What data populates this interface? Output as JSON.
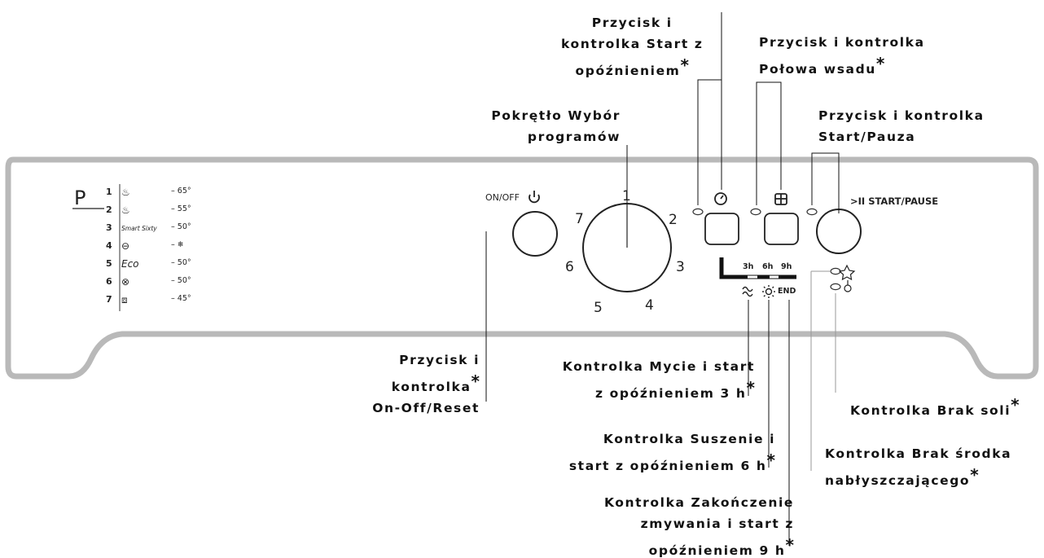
{
  "callouts": {
    "delay_start": {
      "lines": [
        "Przycisk i",
        "kontrolka Start z",
        "opóźnieniem"
      ],
      "star": "*"
    },
    "half_load": {
      "lines": [
        "Przycisk i kontrolka",
        "Połowa wsadu"
      ],
      "star": "*"
    },
    "program_knob": {
      "lines": [
        "Pokrętło Wybór",
        "programów"
      ]
    },
    "start_pause": {
      "lines": [
        "Przycisk i kontrolka",
        "Start/Pauza"
      ]
    },
    "onoff": {
      "lines": [
        "Przycisk i",
        "kontrolka",
        "On-Off/Reset"
      ],
      "star": "*"
    },
    "wash_3h": {
      "lines": [
        "Kontrolka Mycie i start",
        "z opóźnieniem 3 h"
      ],
      "star": "*"
    },
    "dry_6h": {
      "lines": [
        "Kontrolka Suszenie i",
        "start z opóźnieniem 6 h"
      ],
      "star": "*"
    },
    "end_9h": {
      "lines": [
        "Kontrolka Zakończenie",
        "zmywania i start z",
        "opóźnieniem 9 h"
      ],
      "star": "*"
    },
    "no_salt": {
      "lines": [
        "Kontrolka Brak soli"
      ],
      "star": "*"
    },
    "no_rinse": {
      "lines": [
        "Kontrolka Brak środka",
        "nabłyszczającego"
      ],
      "star": "*"
    }
  },
  "panel": {
    "program_letter": "P",
    "programs": [
      {
        "num": "1",
        "icon": "pot-icon",
        "temp": "– 65°"
      },
      {
        "num": "2",
        "icon": "pot-cup-icon",
        "temp": "– 55°"
      },
      {
        "num": "3",
        "icon": "smart-sixty-icon",
        "label": "Smart Sixty",
        "temp": "– 50°"
      },
      {
        "num": "4",
        "icon": "plate-icon",
        "temp": "– ❄"
      },
      {
        "num": "5",
        "icon": "eco-icon",
        "label": "Eco",
        "temp": "– 50°"
      },
      {
        "num": "6",
        "icon": "glass-icon",
        "temp": "– 50°"
      },
      {
        "num": "7",
        "icon": "quick-wash-icon",
        "temp": "– 45°"
      }
    ],
    "onoff_label": "ON/OFF",
    "start_pause_label": ">II START/PAUSE",
    "dial_numbers": [
      "1",
      "2",
      "3",
      "4",
      "5",
      "6",
      "7"
    ],
    "delay_hours": [
      "3h",
      "6h",
      "9h"
    ],
    "end_label": "END"
  }
}
